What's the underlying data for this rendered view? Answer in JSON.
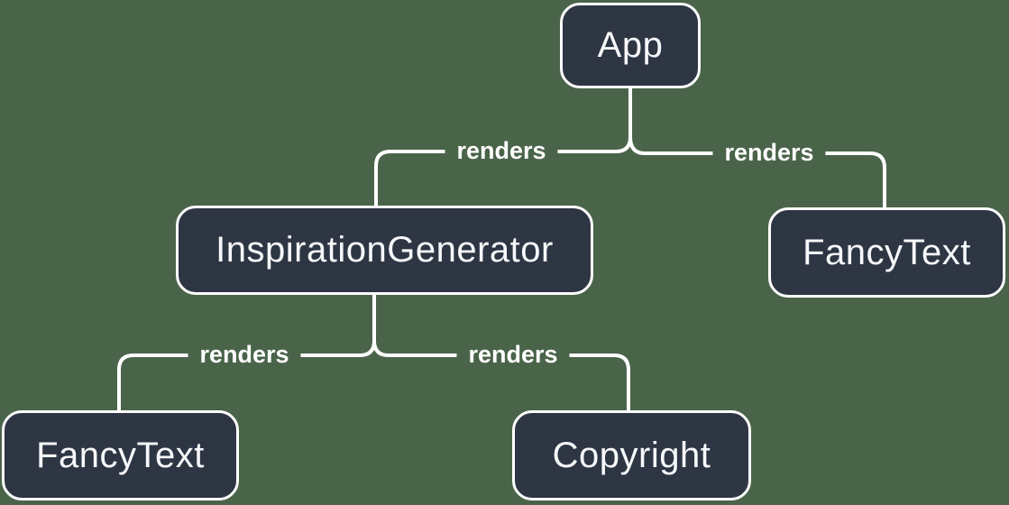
{
  "diagram": {
    "type": "tree",
    "description": "React component render tree",
    "nodes": [
      {
        "id": "app",
        "label": "App"
      },
      {
        "id": "inspiration-generator",
        "label": "InspirationGenerator"
      },
      {
        "id": "fancy-text-top",
        "label": "FancyText"
      },
      {
        "id": "fancy-text-bottom",
        "label": "FancyText"
      },
      {
        "id": "copyright",
        "label": "Copyright"
      }
    ],
    "edges": [
      {
        "from": "App",
        "to": "InspirationGenerator",
        "label": "renders"
      },
      {
        "from": "App",
        "to": "FancyText",
        "label": "renders"
      },
      {
        "from": "InspirationGenerator",
        "to": "FancyText",
        "label": "renders"
      },
      {
        "from": "InspirationGenerator",
        "to": "Copyright",
        "label": "renders"
      }
    ]
  },
  "colors": {
    "background": "#4a644a",
    "node_fill": "#2e3644",
    "node_border": "#ffffff",
    "node_text": "#f7f8fa",
    "line": "#ffffff",
    "label_text": "#ffffff"
  }
}
